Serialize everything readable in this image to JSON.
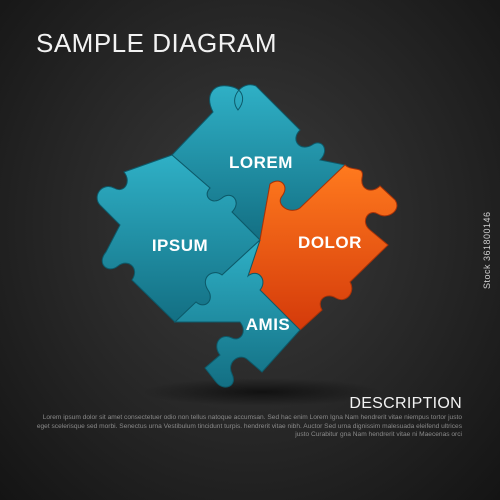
{
  "title": "SAMPLE DIAGRAM",
  "pieces": [
    {
      "id": "lorem",
      "label": "LOREM",
      "color": "#1f96ad"
    },
    {
      "id": "ipsum",
      "label": "IPSUM",
      "color": "#1f96ad"
    },
    {
      "id": "dolor",
      "label": "DOLOR",
      "color": "#f05a0f"
    },
    {
      "id": "amis",
      "label": "AMIS",
      "color": "#1f96ad"
    }
  ],
  "description": {
    "title": "DESCRIPTION",
    "text": "Lorem ipsum dolor sit amet consectetuer odio non tellus natoque accumsan. Sed hac enim Lorem Igna Nam hendrerit vitae niempus tortor justo eget scelerisque sed morbi. Senectus urna Vestibulum tincidunt turpis. hendrerit vitae nibh. Auctor Sed urna dignissim malesuada eleifend ultrices justo Curabitur gna Nam hendrerit vitae ni Maecenas orci"
  },
  "watermark": "Stock 361800146"
}
